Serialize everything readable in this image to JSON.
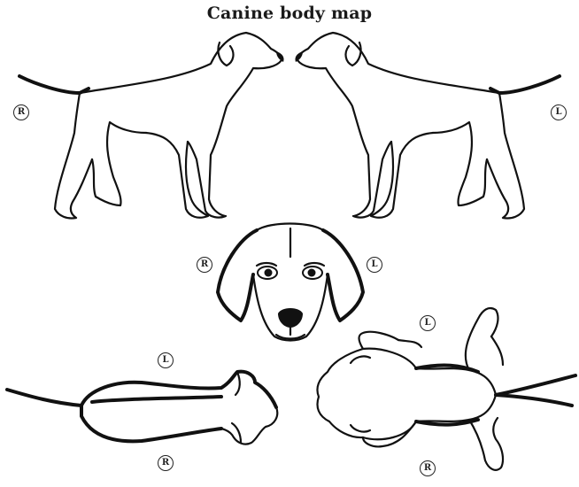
{
  "title": "Canine body map",
  "views": {
    "side_right": {
      "marker": "R"
    },
    "side_left": {
      "marker": "L"
    },
    "face": {
      "marker_right": "R",
      "marker_left": "L"
    },
    "belly": {
      "marker_top": "L",
      "marker_bottom": "R"
    },
    "back": {
      "marker_top": "L",
      "marker_bottom": "R"
    }
  },
  "colors": {
    "ink": "#111111",
    "background": "#ffffff"
  }
}
